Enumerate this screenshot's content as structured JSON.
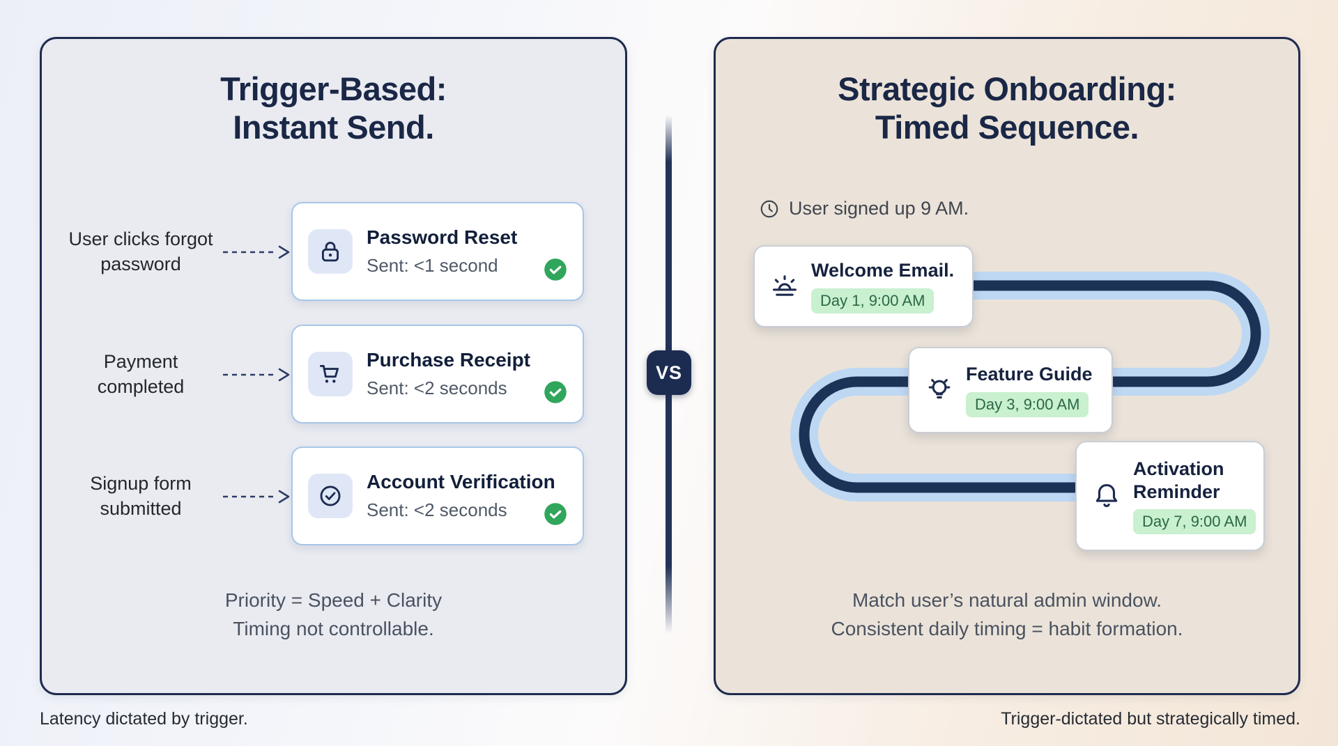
{
  "left_panel": {
    "title": [
      "Trigger-Based:",
      "Instant Send."
    ],
    "rows": [
      {
        "trigger": "User clicks forgot password",
        "icon": "lock-icon",
        "title": "Password Reset",
        "sent": "Sent: <1 second",
        "status_icon": "green-check-icon"
      },
      {
        "trigger": "Payment completed",
        "icon": "cart-icon",
        "title": "Purchase Receipt",
        "sent": "Sent: <2 seconds",
        "status_icon": "green-check-icon"
      },
      {
        "trigger": "Signup form submitted",
        "icon": "check-circle-icon",
        "title": "Account Verification",
        "sent": "Sent: <2 seconds",
        "status_icon": "green-check-icon"
      }
    ],
    "note": [
      "Priority = Speed + Clarity",
      "Timing not controllable."
    ],
    "caption": "Latency dictated by trigger."
  },
  "divider": {
    "label": "VS"
  },
  "right_panel": {
    "title": [
      "Strategic Onboarding:",
      "Timed Sequence."
    ],
    "signup_note": "User signed up 9 AM.",
    "signup_icon": "clock-icon",
    "cards": [
      {
        "icon": "sunrise-icon",
        "title": "Welcome Email.",
        "badge": "Day 1, 9:00 AM"
      },
      {
        "icon": "lightbulb-icon",
        "title": "Feature Guide",
        "badge": "Day 3, 9:00 AM"
      },
      {
        "icon": "bell-icon",
        "title": "Activation Reminder",
        "badge": "Day 7, 9:00 AM"
      }
    ],
    "note": [
      "Match user’s natural admin window.",
      "Consistent daily timing = habit formation."
    ],
    "caption": "Trigger-dictated but strategically timed."
  },
  "colors": {
    "accent_navy": "#1c2c50",
    "panel_border": "#1e2b4e",
    "left_panel_bg": "#e9ebf1",
    "right_panel_bg": "#ebe3d9",
    "card_border_blue": "#a6c6e9",
    "icon_tile_bg": "#dfe7f7",
    "path_light_blue": "#bed8f4",
    "path_dark_navy": "#1c3357",
    "success_green": "#2fa65b",
    "badge_green_bg": "#c9f0cf",
    "badge_green_text": "#2b6847"
  }
}
